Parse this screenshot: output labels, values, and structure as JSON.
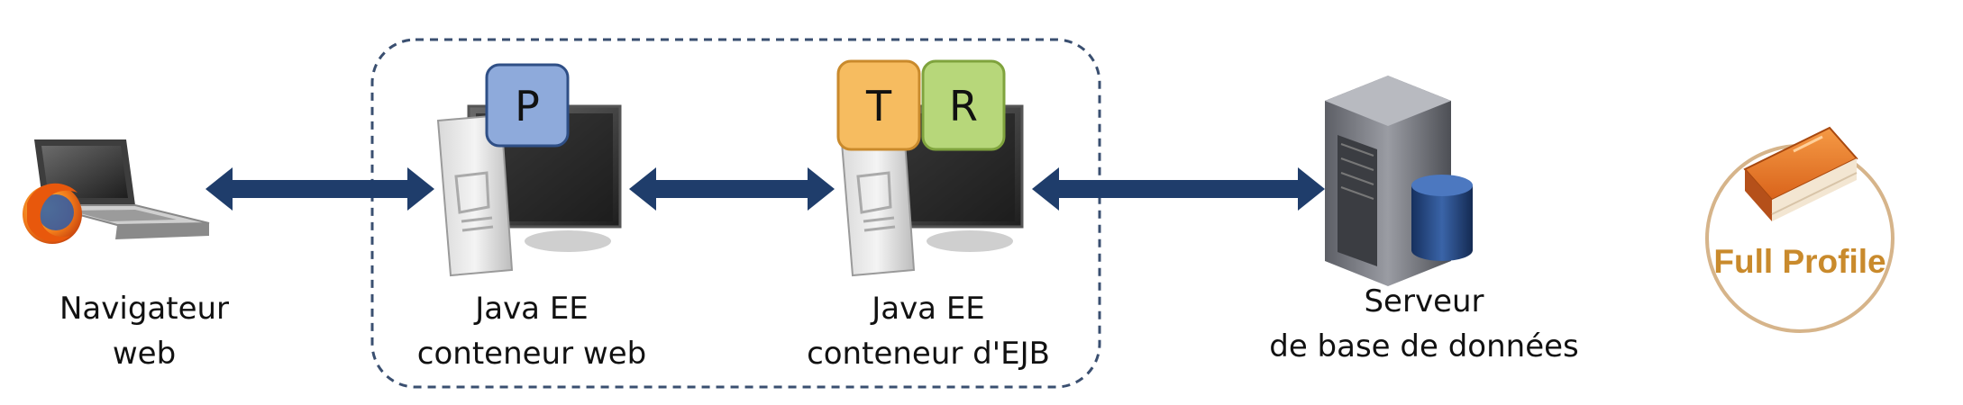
{
  "nodes": {
    "browser": {
      "line1": "Navigateur",
      "line2": "web"
    },
    "web_container": {
      "line1": "Java EE",
      "line2": "conteneur web"
    },
    "ejb_container": {
      "line1": "Java EE",
      "line2": "conteneur d'EJB"
    },
    "db_server": {
      "line1": "Serveur",
      "line2": "de base de données"
    }
  },
  "badges": {
    "p": {
      "letter": "P",
      "color": "#8eaadb"
    },
    "t": {
      "letter": "T",
      "color": "#f6bc60"
    },
    "r": {
      "letter": "R",
      "color": "#b7d77a"
    }
  },
  "profile": {
    "label": "Full Profile",
    "accent": "#c98a2c"
  },
  "colors": {
    "arrow": "#1f3d6b",
    "dashed_border": "#3a4f70",
    "book": "#e9772a"
  },
  "icons": [
    "laptop-icon",
    "firefox-icon",
    "computer-icon",
    "server-icon",
    "database-icon",
    "book-icon"
  ]
}
